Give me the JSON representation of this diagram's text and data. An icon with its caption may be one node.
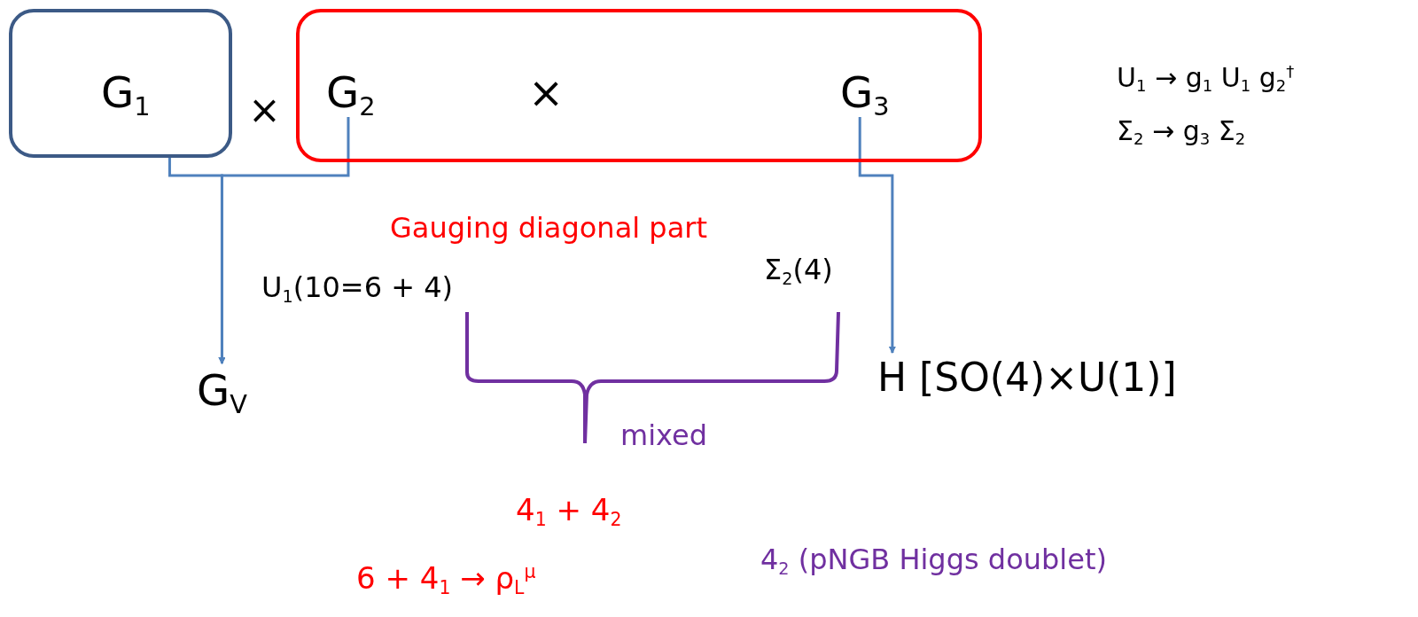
{
  "diagram": {
    "nodes": [
      {
        "text": [
          "G$_{1}$"
        ]
      },
      {
        "text": [
          "×"
        ]
      },
      {
        "text": [
          "G$_{2}$"
        ],
        "in": 1
      },
      {
        "text": [
          "G$_{3}$"
        ],
        "in": 1
      },
      {
        "text": [
          "G$_{V}$"
        ]
      },
      {
        "text": [
          "H [SO(4)×U(1)]"
        ]
      }
    ],
    "edges": [
      {
        "from": 0,
        "to": 4,
        "arrow": "to"
      },
      {
        "from": 2,
        "to": 4,
        "arrow": "to"
      },
      {
        "from": 3,
        "to": 5,
        "arrow": "to"
      }
    ],
    "labels": [
      "×",
      "U$_{1}$ → g$_{1}$ U$_{1}$ g$_{2}$$^{†}$",
      "Σ$_{2}$ → g$_{3}$ Σ$_{2}$",
      "Gauging diagonal part",
      "U$_{1}$(10=6 + 4)",
      "Σ$_{2}$(4)",
      "mixed",
      "4$_{1}$ + 4$_{2}$",
      "6 + 4$_{1}$ → ρ$_{L}$$^{μ}$",
      "4$_{2}$ (pNGB Higgs doublet)"
    ]
  }
}
